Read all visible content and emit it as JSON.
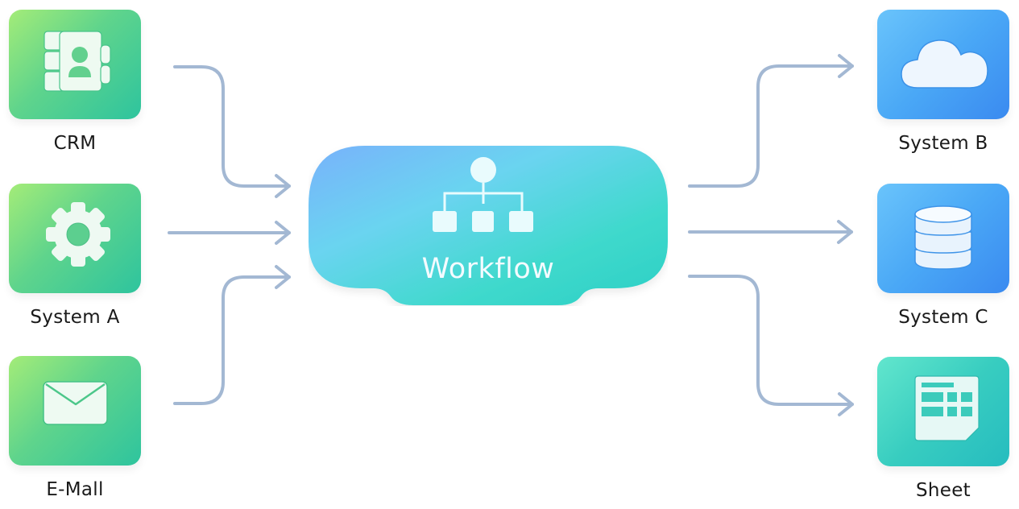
{
  "diagram": {
    "title": "Workflow integration",
    "hub": {
      "label": "Workflow",
      "icon": "hierarchy-icon"
    },
    "inputs": [
      {
        "id": "crm",
        "label": "CRM",
        "icon": "contact-book-icon",
        "color": "#5fd48c"
      },
      {
        "id": "system-a",
        "label": "System A",
        "icon": "gear-icon",
        "color": "#5fd48c"
      },
      {
        "id": "email",
        "label": "E-Mall",
        "icon": "envelope-icon",
        "color": "#5fd48c"
      }
    ],
    "outputs": [
      {
        "id": "system-b",
        "label": "System B",
        "icon": "cloud-icon",
        "color": "#4aa8f6"
      },
      {
        "id": "system-c",
        "label": "System C",
        "icon": "database-icon",
        "color": "#4aa8f6"
      },
      {
        "id": "sheet",
        "label": "Sheet",
        "icon": "spreadsheet-icon",
        "color": "#38cdc0"
      }
    ],
    "edges": [
      {
        "from": "crm",
        "to": "workflow"
      },
      {
        "from": "system-a",
        "to": "workflow"
      },
      {
        "from": "email",
        "to": "workflow"
      },
      {
        "from": "workflow",
        "to": "system-b"
      },
      {
        "from": "workflow",
        "to": "system-c"
      },
      {
        "from": "workflow",
        "to": "sheet"
      }
    ],
    "arrow_color": "#a3b8d3"
  }
}
